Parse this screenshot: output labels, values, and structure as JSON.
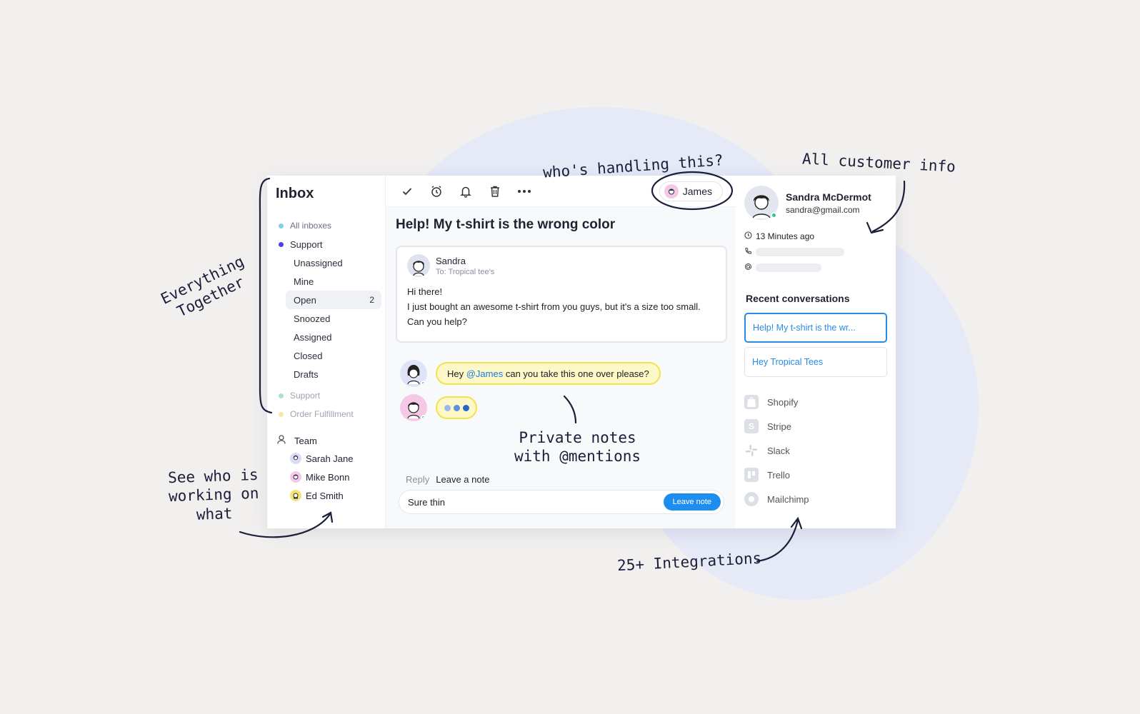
{
  "annotations": {
    "everything_together": [
      "Everything",
      "Together"
    ],
    "whos_handling": "who's handling this?",
    "all_customer_info": "All customer info",
    "see_who": [
      "See who is",
      "working on",
      "what"
    ],
    "private_notes": [
      "Private notes",
      "with @mentions"
    ],
    "integrations": "25+ Integrations"
  },
  "sidebar": {
    "title": "Inbox",
    "top_items": [
      {
        "label": "All inboxes",
        "color": "#7fd3e0"
      },
      {
        "label": "Support",
        "color": "#4b3ef0"
      }
    ],
    "sub_items": [
      "Unassigned",
      "Mine",
      "Open",
      "Snoozed",
      "Assigned",
      "Closed",
      "Drafts"
    ],
    "open_count": "2",
    "other_inboxes": [
      {
        "label": "Support",
        "color": "#a8e3c9"
      },
      {
        "label": "Order Fulfillment",
        "color": "#f7e6a6"
      }
    ],
    "team_label": "Team",
    "team": [
      "Sarah Jane",
      "Mike Bonn",
      "Ed Smith"
    ]
  },
  "toolbar": {
    "assignee": "James",
    "icons": [
      "check-icon",
      "snooze-clock-icon",
      "bell-icon",
      "trash-icon",
      "more-icon"
    ]
  },
  "conversation": {
    "title": "Help! My t-shirt is the wrong color",
    "from": "Sandra",
    "to": "To: Tropical tee's",
    "body": [
      "Hi there!",
      "I just bought an awesome t-shirt from you guys, but it's a size too small.",
      "Can you help?"
    ],
    "note_prefix": "Hey ",
    "note_mention": "@James",
    "note_suffix": " can you take this one over please?"
  },
  "reply": {
    "tab_reply": "Reply",
    "tab_note": "Leave a note",
    "input_value": "Sure thin",
    "button": "Leave note"
  },
  "customer": {
    "name": "Sandra McDermot",
    "email": "sandra@gmail.com",
    "last_seen": "13 Minutes ago",
    "recent_title": "Recent conversations",
    "recent": [
      "Help! My t-shirt is the wr...",
      "Hey Tropical Tees"
    ],
    "integrations": [
      {
        "name": "Shopify",
        "letter": ""
      },
      {
        "name": "Stripe",
        "letter": "S"
      },
      {
        "name": "Slack",
        "letter": ""
      },
      {
        "name": "Trello",
        "letter": ""
      },
      {
        "name": "Mailchimp",
        "letter": ""
      }
    ]
  },
  "colors": {
    "accent": "#1d8ef0",
    "note_bg": "#fdf8c8",
    "note_border": "#f4e24a",
    "online": "#2ecc8a"
  }
}
